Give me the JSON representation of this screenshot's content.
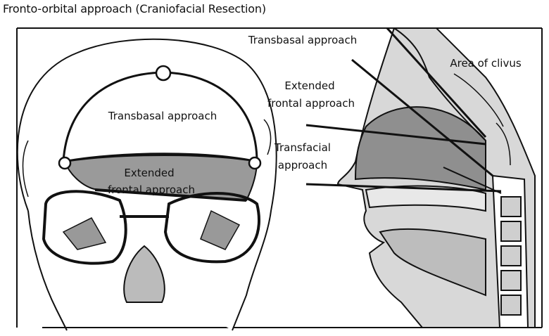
{
  "title": "Fronto-orbital approach (Craniofacial Resection)",
  "skull_labels": {
    "transbasal": "Transbasal approach",
    "extended_line1": "Extended",
    "extended_line2": "frontal approach"
  },
  "sagittal_labels": {
    "transbasal": "Transbasal approach",
    "extended_line1": "Extended",
    "extended_line2": "frontal approach",
    "transfacial_line1": "Transfacial",
    "transfacial_line2": "approach",
    "clivus": "Area of clivus"
  },
  "colors": {
    "ink": "#111111",
    "shade": "#8a8a8a",
    "light": "#c8c8c8"
  }
}
